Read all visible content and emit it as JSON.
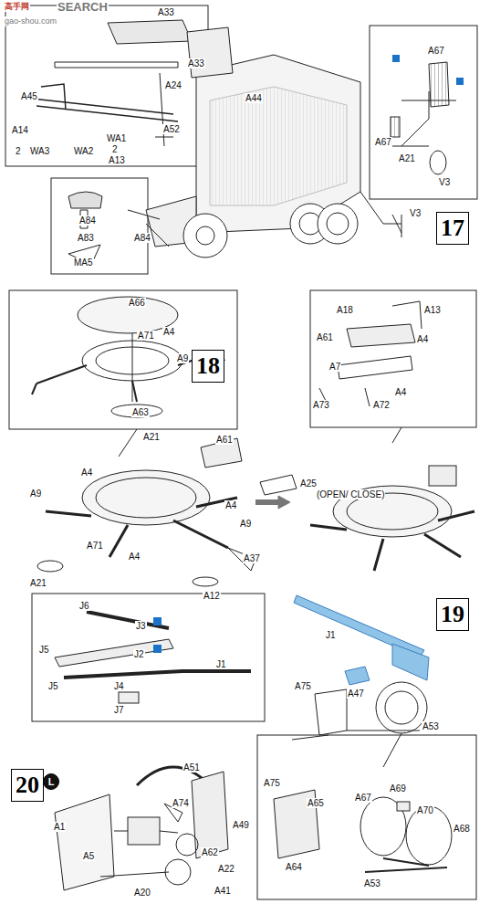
{
  "diagram": {
    "nodes": [
      {
        "text": [
          "17"
        ]
      },
      {
        "text": [
          "18"
        ]
      },
      {
        "text": [
          "19"
        ]
      },
      {
        "text": [
          "20"
        ]
      },
      {
        "text": [
          "L"
        ]
      }
    ],
    "labels": [
      "高手网",
      "SEARCH",
      "gao-shou.com",
      "A33",
      "A45",
      "A24",
      "A14",
      "A52",
      "WA1",
      "2",
      "WA3",
      "2",
      "WA2",
      "A13",
      "A33",
      "A44",
      "A84",
      "A83",
      "MA5",
      "A84",
      "A67",
      "A67",
      "A21",
      "V3",
      "V3",
      "A66",
      "A71",
      "A4",
      "A9",
      "A63",
      "A21",
      "A18",
      "A13",
      "A61",
      "A4",
      "A7",
      "A4",
      "A73",
      "A72",
      "A61",
      "A4",
      "A25",
      "(OPEN/ CLOSE)",
      "A9",
      "A4",
      "A9",
      "A71",
      "A4",
      "A37",
      "A21",
      "A12",
      "J6",
      "J3",
      "J5",
      "J2",
      "J1",
      "J4",
      "J5",
      "J7",
      "J1",
      "A47",
      "A75",
      "A53",
      "A75",
      "A65",
      "A67",
      "A69",
      "A70",
      "A68",
      "A64",
      "A53",
      "A51",
      "A74",
      "A49",
      "A1",
      "A62",
      "A5",
      "A22",
      "A41",
      "A20"
    ]
  }
}
